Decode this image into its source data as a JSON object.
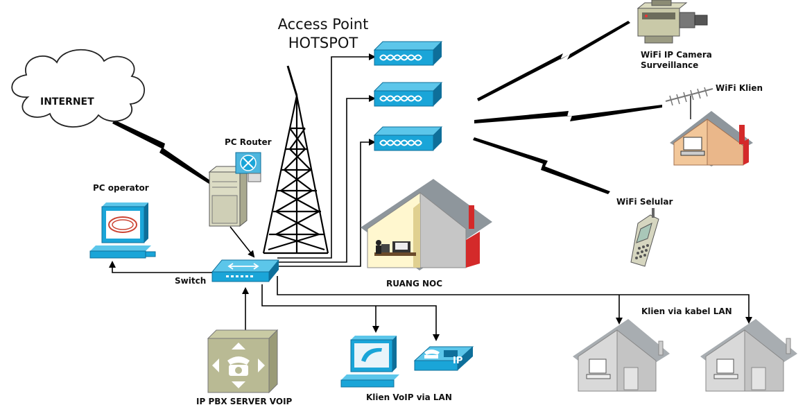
{
  "labels": {
    "internet": "INTERNET",
    "access_point_line1": "Access Point",
    "access_point_line2": "HOTSPOT",
    "pc_router": "PC Router",
    "pc_operator": "PC operator",
    "switch": "Switch",
    "ruang_noc": "RUANG NOC",
    "ip_pbx": "IP PBX SERVER VOIP",
    "klien_voip": "Klien VoIP via LAN",
    "klien_lan": "Klien via kabel LAN",
    "camera_line1": "WiFi IP Camera",
    "camera_line2": "Surveillance",
    "wifi_klien": "WiFi Klien",
    "wifi_selular": "WiFi Selular",
    "ip_badge": "IP"
  },
  "colors": {
    "device_blue": "#1aa5d8",
    "device_blue_dark": "#0e6f9a",
    "device_blue_light": "#5cc6ea",
    "wire": "#000000",
    "house_gray": "#c9c9c9",
    "house_roof": "#9aa2a8",
    "house_orange": "#f2c79a",
    "chimney_red": "#d42a2a"
  }
}
